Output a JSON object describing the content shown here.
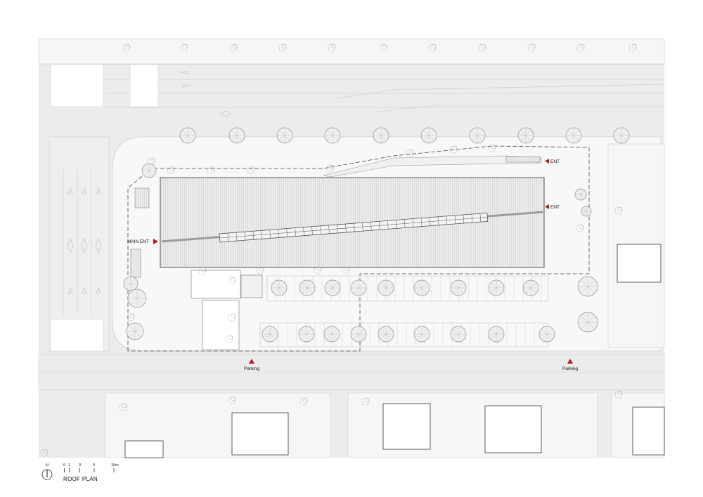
{
  "labels": {
    "main_entrance": "MAIN ENT",
    "entrance_top": "ENT",
    "entrance_right": "ENT",
    "parking_left": "Parking",
    "parking_right": "Parking"
  },
  "legend": {
    "north": "N",
    "scale_ticks": [
      "0",
      "1",
      "3",
      "6",
      "10m"
    ],
    "title": "ROOF PLAN"
  },
  "colors": {
    "marker": "#b3191f",
    "road": "#ececec",
    "pavement": "#f7f7f7",
    "roof": "#ededed",
    "line": "#b9b9b9"
  }
}
